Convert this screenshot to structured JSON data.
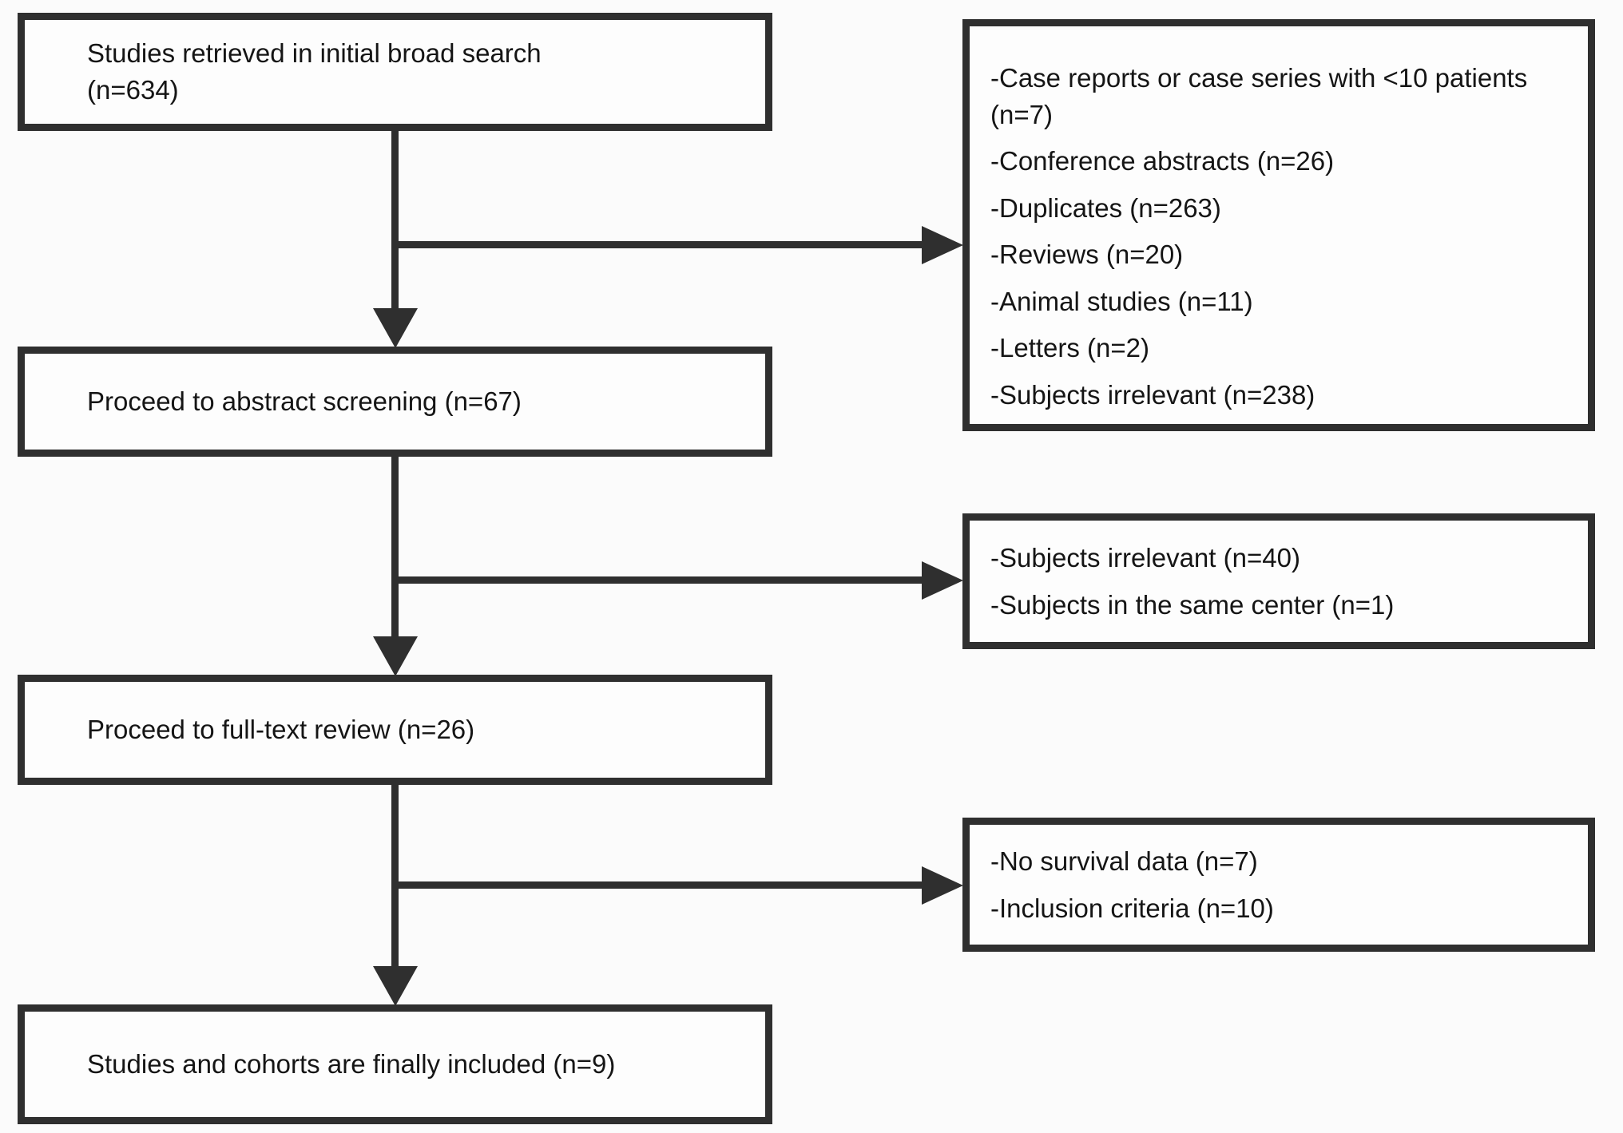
{
  "flowchart": {
    "main_boxes": [
      {
        "lines": [
          "Studies retrieved in initial broad search",
          "(n=634)"
        ]
      },
      {
        "lines": [
          "Proceed to abstract screening (n=67)"
        ]
      },
      {
        "lines": [
          "Proceed to full-text review (n=26)"
        ]
      },
      {
        "lines": [
          "Studies and cohorts are finally included (n=9)"
        ]
      }
    ],
    "exclusion_boxes": [
      {
        "items": [
          "-Case reports or case series with <10 patients (n=7)",
          "-Conference abstracts (n=26)",
          "-Duplicates (n=263)",
          "-Reviews (n=20)",
          "-Animal studies (n=11)",
          "-Letters (n=2)",
          "-Subjects irrelevant (n=238)"
        ]
      },
      {
        "items": [
          "-Subjects irrelevant (n=40)",
          "-Subjects in the same center (n=1)"
        ]
      },
      {
        "items": [
          "-No survival data (n=7)",
          "-Inclusion criteria (n=10)"
        ]
      }
    ],
    "colors": {
      "line": "#2f2f2f",
      "background": "#fbfbfb",
      "box_fill": "#fdfdfd",
      "text": "#151515"
    }
  }
}
